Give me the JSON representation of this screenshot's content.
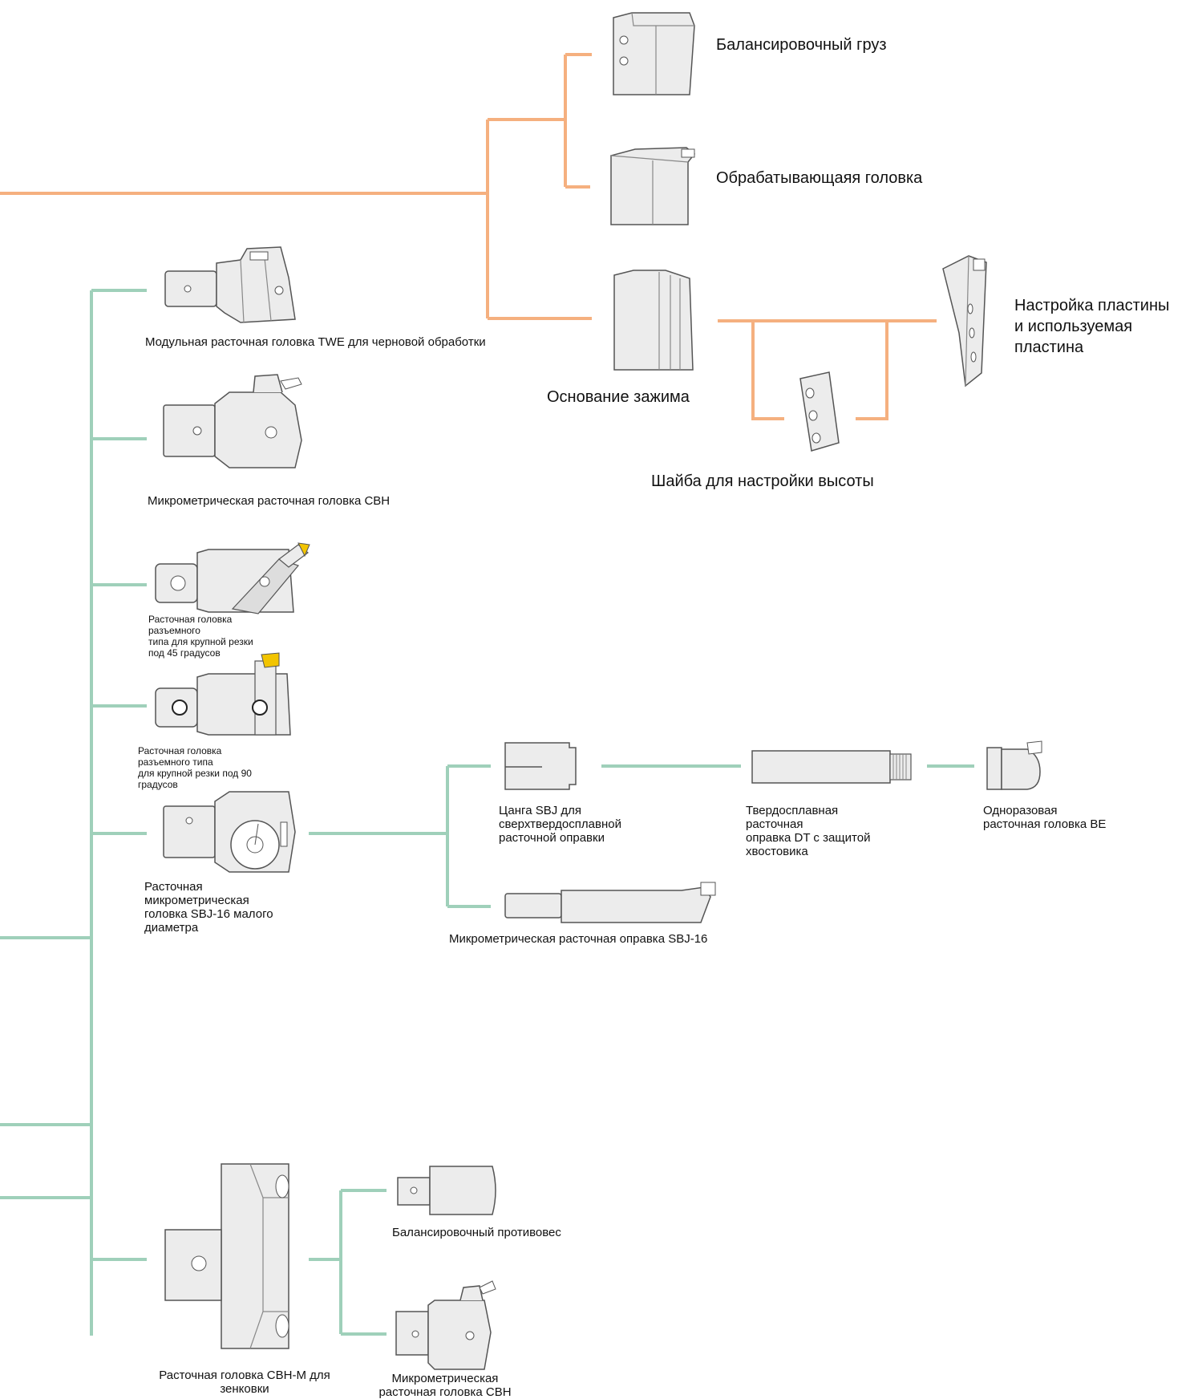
{
  "colors": {
    "orange_line": "#f5b07f",
    "green_line": "#9fd0ba",
    "part_fill": "#ececec",
    "part_stroke": "#555555",
    "insert_yellow": "#f2c400"
  },
  "orange_branch": {
    "balance_weight": "Балансировочный груз",
    "machining_head": "Обрабатывающаяя головка",
    "clamp_base": "Основание зажима",
    "insert_setting": "Настройка пластины\nи используемая\n пластина",
    "height_shim": "Шайба для настройки высоты"
  },
  "green_branch": {
    "twe_head": "Модульная расточная головка TWE  для черновой обработки",
    "cbh_head": "Микрометрическая расточная головка CBH",
    "split_45": "Расточная головка\nразъемного\nтипа для крупной резки\nпод 45 градусов",
    "split_90": "Расточная головка\nразъемного типа\nдля крупной резки под 90\nградусов",
    "sbj16_head": "Расточная\nмикрометрическая\n головка SBJ-16 малого\nдиаметра",
    "sbj_collet": "Цанга SBJ для\nсверхтвердосплавной\nрасточной оправки",
    "dt_bar": "Твердосплавная\nрасточная\nоправка DT с защитой\nхвостовика",
    "be_head": "Одноразовая\nрасточная головка BE",
    "sbj16_bar": "Микрометрическая расточная оправка SBJ-16",
    "cbhm_head": "Расточная головка CBH-M для\nзенковки",
    "counterweight": "Балансировочный противовес",
    "cbh_small": "Микрометрическая\nрасточная головка CBH"
  },
  "icons": [
    "balance-weight-icon",
    "machining-head-icon",
    "clamp-base-icon",
    "insert-holder-icon",
    "height-shim-icon",
    "twe-head-icon",
    "cbh-head-icon",
    "split-45-head-icon",
    "split-90-head-icon",
    "sbj16-head-icon",
    "sbj-collet-icon",
    "dt-bar-icon",
    "be-head-icon",
    "sbj16-bar-icon",
    "cbhm-head-icon",
    "counterweight-icon",
    "cbh-small-head-icon"
  ]
}
